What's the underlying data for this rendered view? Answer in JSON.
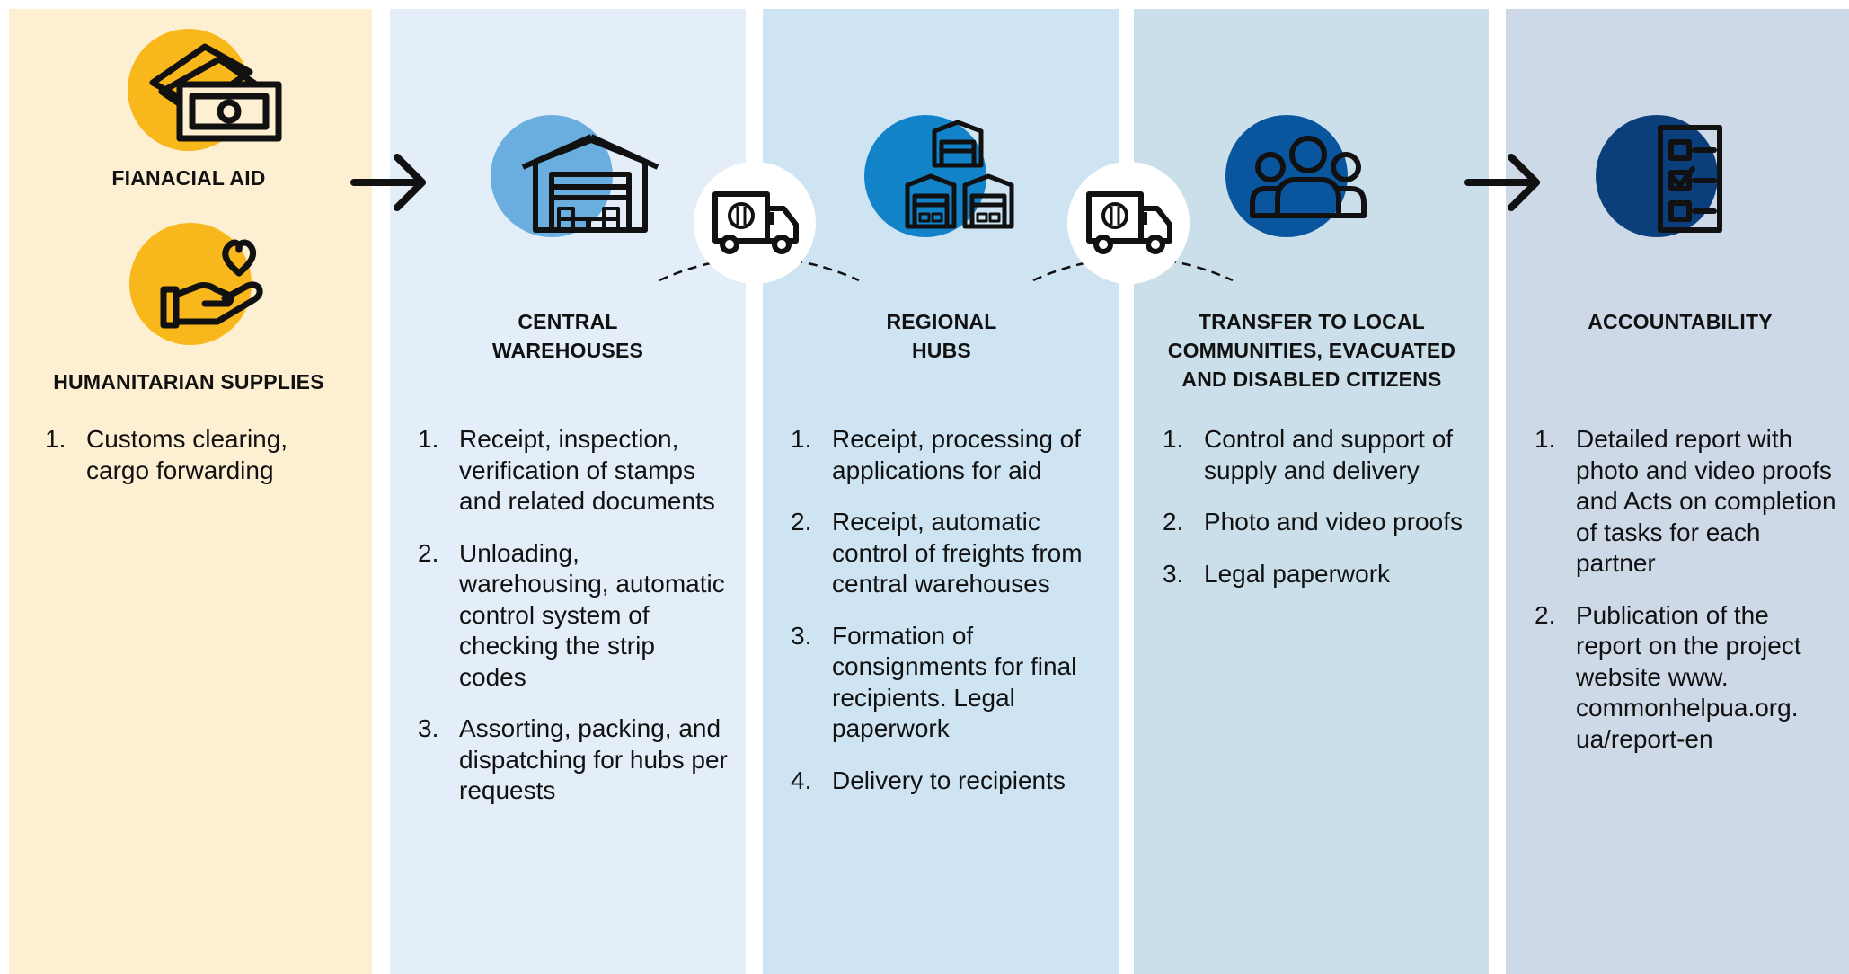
{
  "colors": {
    "source_bg": "#fdf0d2",
    "central_bg": "#e3eef8",
    "regional_bg": "#cfe4f3",
    "transfer_bg": "#cbdfeb",
    "accountability_bg": "#cdd9e6",
    "yellow": "#f8b71a",
    "light_blue": "#6aaee0",
    "mid_blue": "#1283c9",
    "dark_blue": "#0a569e",
    "navy": "#0b3f7b"
  },
  "source": {
    "financial_label": "FIANACIAL AID",
    "humanitarian_label": "HUMANITARIAN SUPPLIES",
    "steps": [
      {
        "num": "1.",
        "text": "Customs clearing, cargo forwarding"
      }
    ]
  },
  "central": {
    "title_lines": [
      "CENTRAL",
      "WAREHOUSES"
    ],
    "steps": [
      {
        "num": "1.",
        "text": "Receipt, inspection, verification of stamps and related documents"
      },
      {
        "num": "2.",
        "text": "Unloading, warehousing, automatic control system of checking the strip codes"
      },
      {
        "num": "3.",
        "text": "Assorting, packing, and dispatching for hubs per requests"
      }
    ]
  },
  "regional": {
    "title_lines": [
      "REGIONAL",
      "HUBS"
    ],
    "steps": [
      {
        "num": "1.",
        "text": "Receipt, processing of applications for aid"
      },
      {
        "num": "2.",
        "text": "Receipt, automatic control of freights from central warehouses"
      },
      {
        "num": "3.",
        "text": "Formation of consignments for final recipients. Legal paperwork"
      },
      {
        "num": "4.",
        "text": "Delivery to recipients"
      }
    ]
  },
  "transfer": {
    "title_lines": [
      "TRANSFER TO LOCAL",
      "COMMUNITIES, EVACUATED",
      "AND DISABLED CITIZENS"
    ],
    "steps": [
      {
        "num": "1.",
        "text": "Control and support of supply and delivery"
      },
      {
        "num": "2.",
        "text": "Photo and video proofs"
      },
      {
        "num": "3.",
        "text": "Legal paperwork"
      }
    ]
  },
  "accountability": {
    "title_lines": [
      "ACCOUNTABILITY"
    ],
    "steps": [
      {
        "num": "1.",
        "text": "Detailed report with photo and video proofs and Acts on completion of tasks for each partner"
      },
      {
        "num": "2.",
        "text": "Publication of the report on the project website www. commonhelpua.org. ua/report-en"
      }
    ]
  },
  "icons": [
    "money-icon",
    "heart-hand-icon",
    "arrow-right-icon",
    "warehouse-icon",
    "truck-icon",
    "hubs-icon",
    "people-icon",
    "checklist-icon"
  ]
}
